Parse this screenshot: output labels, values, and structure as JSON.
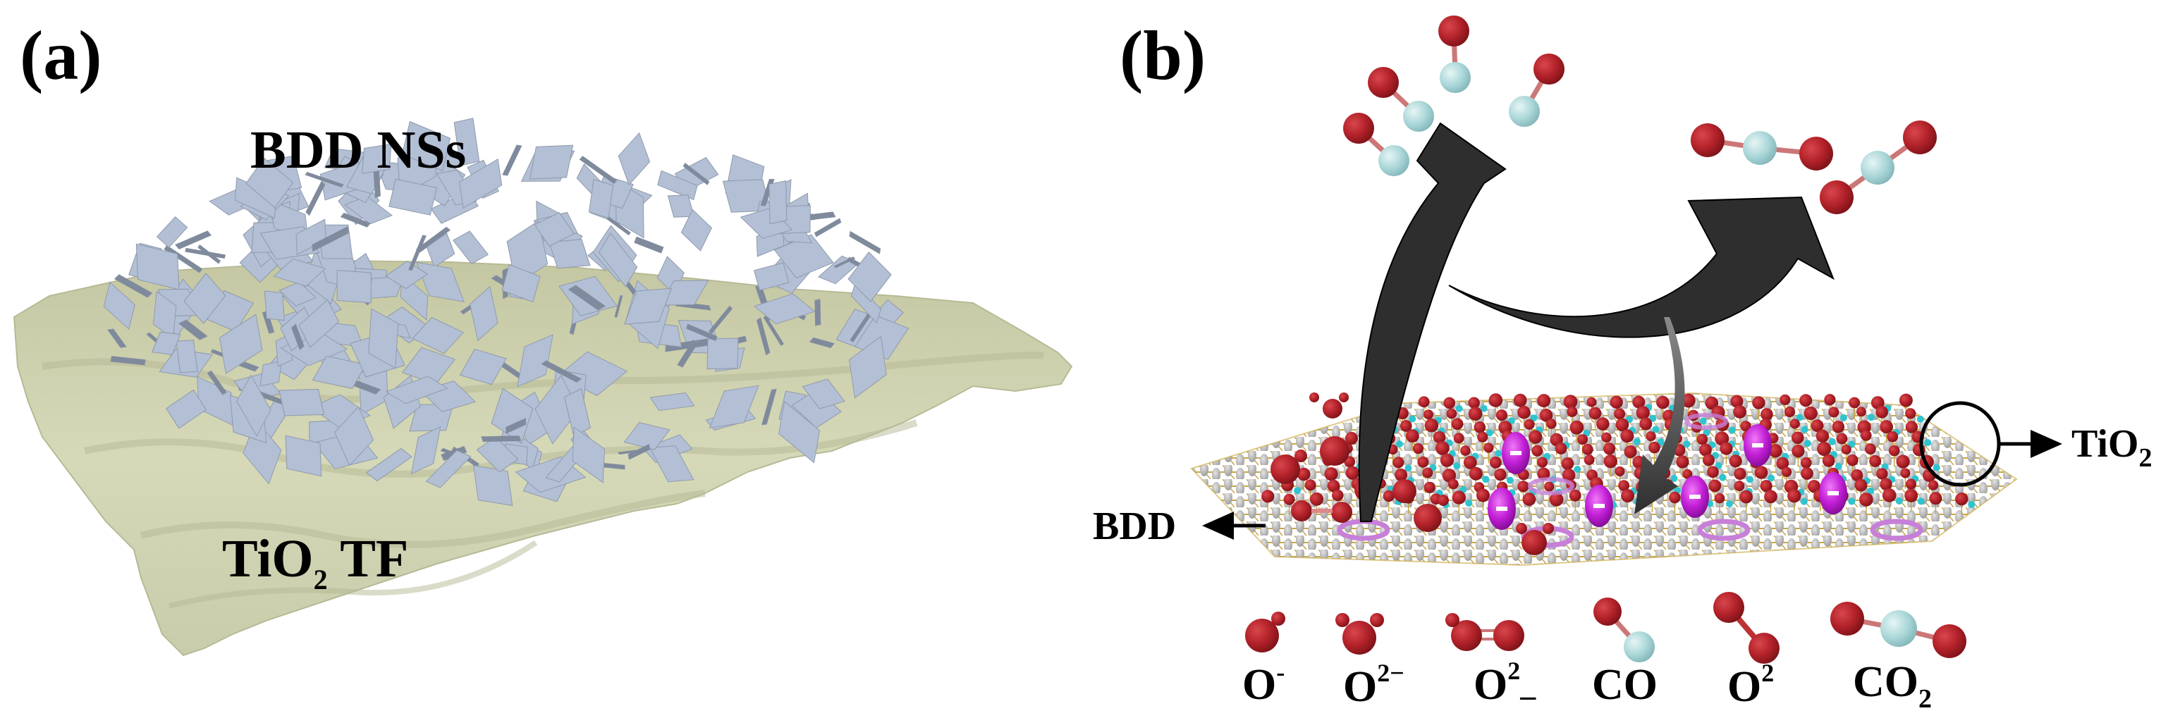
{
  "figure": {
    "panels": [
      {
        "id": "a",
        "label": "(a)",
        "annotations": {
          "nanosheets": "BDD NSs",
          "film_main": "TiO",
          "film_sub": "2",
          "film_tail": " TF"
        }
      },
      {
        "id": "b",
        "label": "(b)",
        "annotations": {
          "substrate": "BDD",
          "oxide_main": "TiO",
          "oxide_sub": "2"
        },
        "legend": [
          {
            "species": "O-",
            "main": "O",
            "sup": "-",
            "sub": ""
          },
          {
            "species": "O2-",
            "main": "O",
            "sup": "2−",
            "sub": ""
          },
          {
            "species": "O2_",
            "main": "O",
            "sup": "2",
            "sub": "–"
          },
          {
            "species": "CO",
            "main": "CO",
            "sup": "",
            "sub": ""
          },
          {
            "species": "O2",
            "main": "O",
            "sup": "2",
            "sub": ""
          },
          {
            "species": "CO2",
            "main": "CO",
            "sup": "",
            "sub": "2"
          }
        ]
      }
    ]
  },
  "colors": {
    "oxygen": "#b3222a",
    "carbon": "#a9d6d8",
    "titanium": "#2ec4d0",
    "boron_lattice": "#b8b8b8",
    "bond": "#c9a640",
    "electron": "#c21fd6",
    "ring": "#c77fd8",
    "arrow": "#2e2e2e",
    "film": "#d3d6b4",
    "flake": "#b2bfd4",
    "flake_dark": "#7f8a9c"
  }
}
